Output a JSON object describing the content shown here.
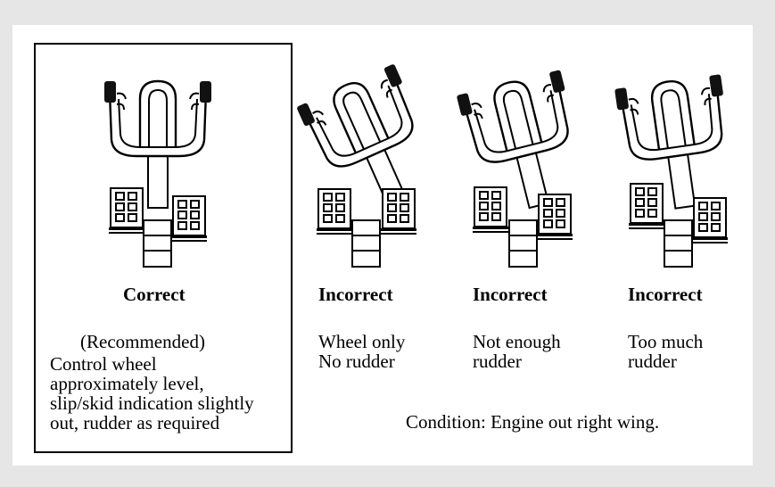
{
  "colors": {
    "background": "#e6e6e6",
    "panel": "#ffffff",
    "ink": "#000000"
  },
  "figures": [
    {
      "verdict": "Correct",
      "note": "(Recommended)",
      "lines": [
        "Control wheel",
        "approximately level,",
        "slip/skid indication slightly",
        "out, rudder as required"
      ],
      "yoke_tilt": "level",
      "pedal_offset": "slight"
    },
    {
      "verdict": "Incorrect",
      "lines": [
        "Wheel only",
        "No rudder"
      ],
      "yoke_tilt": "steep",
      "pedal_offset": "none"
    },
    {
      "verdict": "Incorrect",
      "lines": [
        "Not enough",
        "rudder"
      ],
      "yoke_tilt": "moderate",
      "pedal_offset": "small"
    },
    {
      "verdict": "Incorrect",
      "lines": [
        "Too much",
        "rudder"
      ],
      "yoke_tilt": "slight",
      "pedal_offset": "large"
    }
  ],
  "condition": "Condition: Engine out right wing."
}
